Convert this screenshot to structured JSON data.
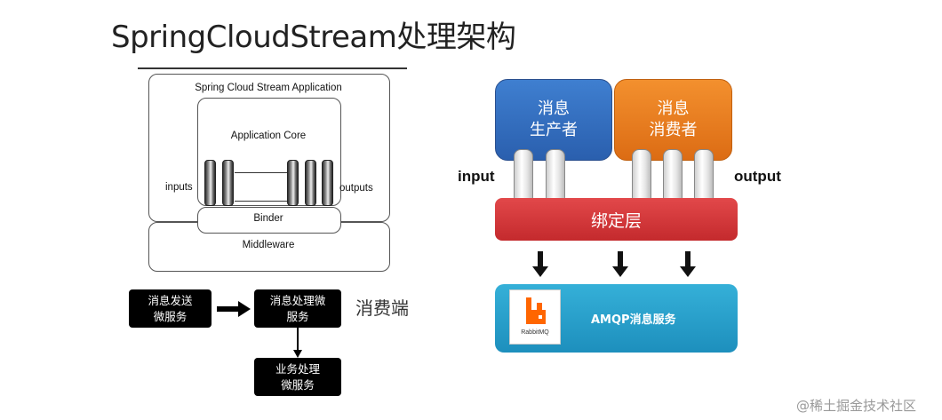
{
  "title": "SpringCloudStream处理架构",
  "left_diagram": {
    "application": "Spring Cloud Stream Application",
    "core": "Application Core",
    "inputs": "inputs",
    "outputs": "outputs",
    "binder": "Binder",
    "middleware": "Middleware"
  },
  "flow": {
    "send_line1": "消息发送",
    "send_line2": "微服务",
    "process_line1": "消息处理微",
    "process_line2": "服务",
    "business_line1": "业务处理",
    "business_line2": "微服务",
    "consumer_end": "消费端"
  },
  "right_diagram": {
    "producer_line1": "消息",
    "producer_line2": "生产者",
    "consumer_line1": "消息",
    "consumer_line2": "消费者",
    "input": "input",
    "output": "output",
    "binding_layer": "绑定层",
    "logo_text": "RabbitMQ",
    "service": "AMQP消息服务"
  },
  "watermark": "@稀土掘金技术社区",
  "colors": {
    "producer": "#2f6bbf",
    "consumer": "#e87a1f",
    "binding": "#d13a3c",
    "amqp": "#27a0cc",
    "rabbitmq": "#ff6600"
  }
}
